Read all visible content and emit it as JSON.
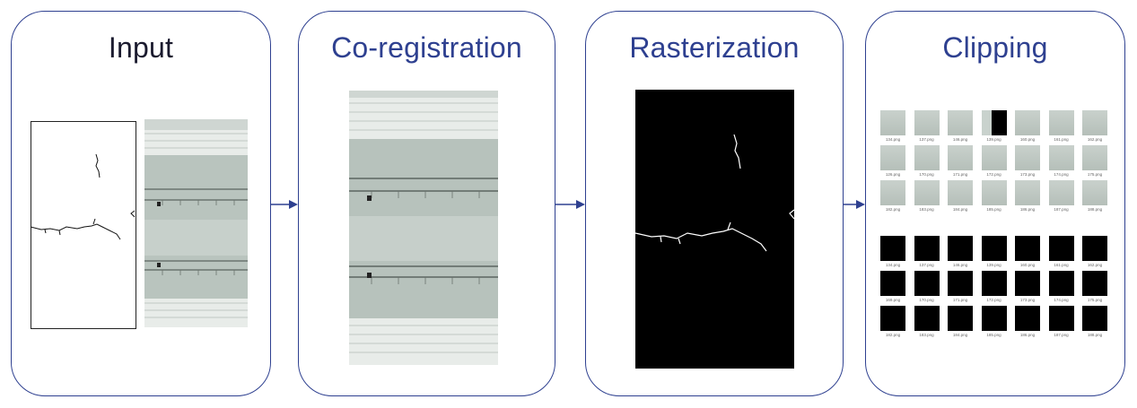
{
  "panels": [
    {
      "key": "input",
      "title": "Input"
    },
    {
      "key": "coreg",
      "title": "Co-registration"
    },
    {
      "key": "raster",
      "title": "Rasterization"
    },
    {
      "key": "clip",
      "title": "Clipping"
    }
  ],
  "colors": {
    "border": "#2e4090",
    "arrow": "#2e4090",
    "title": "#2e4090",
    "concrete": "#bcc6bf",
    "mask": "#000000"
  },
  "clipping": {
    "rgb_rows": [
      [
        "134.png",
        "137.png",
        "146.png",
        "139.png",
        "160.png",
        "161.png",
        "162.png"
      ],
      [
        "126.png",
        "170.png",
        "171.png",
        "172.png",
        "173.png",
        "174.png",
        "175.png"
      ],
      [
        "182.png",
        "183.png",
        "184.png",
        "185.png",
        "186.png",
        "187.png",
        "188.png"
      ]
    ],
    "mask_rows": [
      [
        "134.png",
        "137.png",
        "146.png",
        "139.png",
        "160.png",
        "161.png",
        "162.png"
      ],
      [
        "169.png",
        "170.png",
        "171.png",
        "172.png",
        "173.png",
        "174.png",
        "175.png"
      ],
      [
        "182.png",
        "183.png",
        "184.png",
        "185.png",
        "186.png",
        "187.png",
        "188.png"
      ]
    ]
  }
}
